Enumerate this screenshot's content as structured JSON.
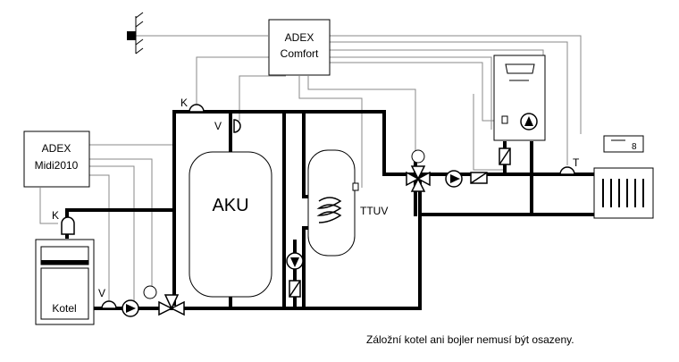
{
  "controllers": {
    "adex_comfort": {
      "line1": "ADEX",
      "line2": "Comfort"
    },
    "adex_midi": {
      "line1": "ADEX",
      "line2": "Midi2010"
    }
  },
  "equipment": {
    "aku_label": "AKU",
    "ttuv_label": "TTUV",
    "kotel_label": "Kotel"
  },
  "sensors": {
    "k_top": "K",
    "v_top": "V",
    "k_left": "K",
    "v_bottom": "V",
    "t_right": "T"
  },
  "room_unit": {
    "digit": "8"
  },
  "caption": "Záložní kotel ani bojler nemusí být osazeny."
}
